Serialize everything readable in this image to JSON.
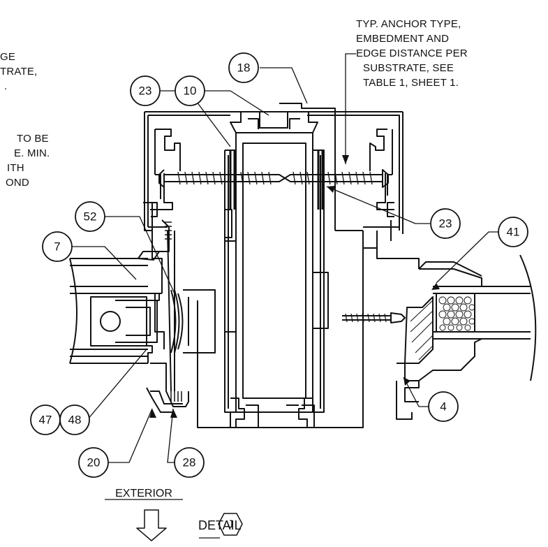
{
  "notes": {
    "anchor_note": [
      "TYP. ANCHOR TYPE,",
      "EMBEDMENT AND",
      "EDGE DISTANCE PER",
      "SUBSTRATE, SEE",
      "TABLE 1, SHEET 1."
    ],
    "left_note_top": [
      "GE",
      "TRATE,",
      "."
    ],
    "left_note_bottom": [
      "TO BE",
      "E. MIN.",
      "ITH",
      "OND"
    ]
  },
  "callouts": [
    {
      "id": "18",
      "label": "18"
    },
    {
      "id": "23-top",
      "label": "23"
    },
    {
      "id": "10",
      "label": "10"
    },
    {
      "id": "52",
      "label": "52"
    },
    {
      "id": "7",
      "label": "7"
    },
    {
      "id": "23-right",
      "label": "23"
    },
    {
      "id": "41",
      "label": "41"
    },
    {
      "id": "4",
      "label": "4"
    },
    {
      "id": "47",
      "label": "47"
    },
    {
      "id": "48",
      "label": "48"
    },
    {
      "id": "20",
      "label": "20"
    },
    {
      "id": "28",
      "label": "28"
    }
  ],
  "exterior_label": "EXTERIOR",
  "detail": {
    "label": "DETAIL",
    "tag": "J"
  }
}
